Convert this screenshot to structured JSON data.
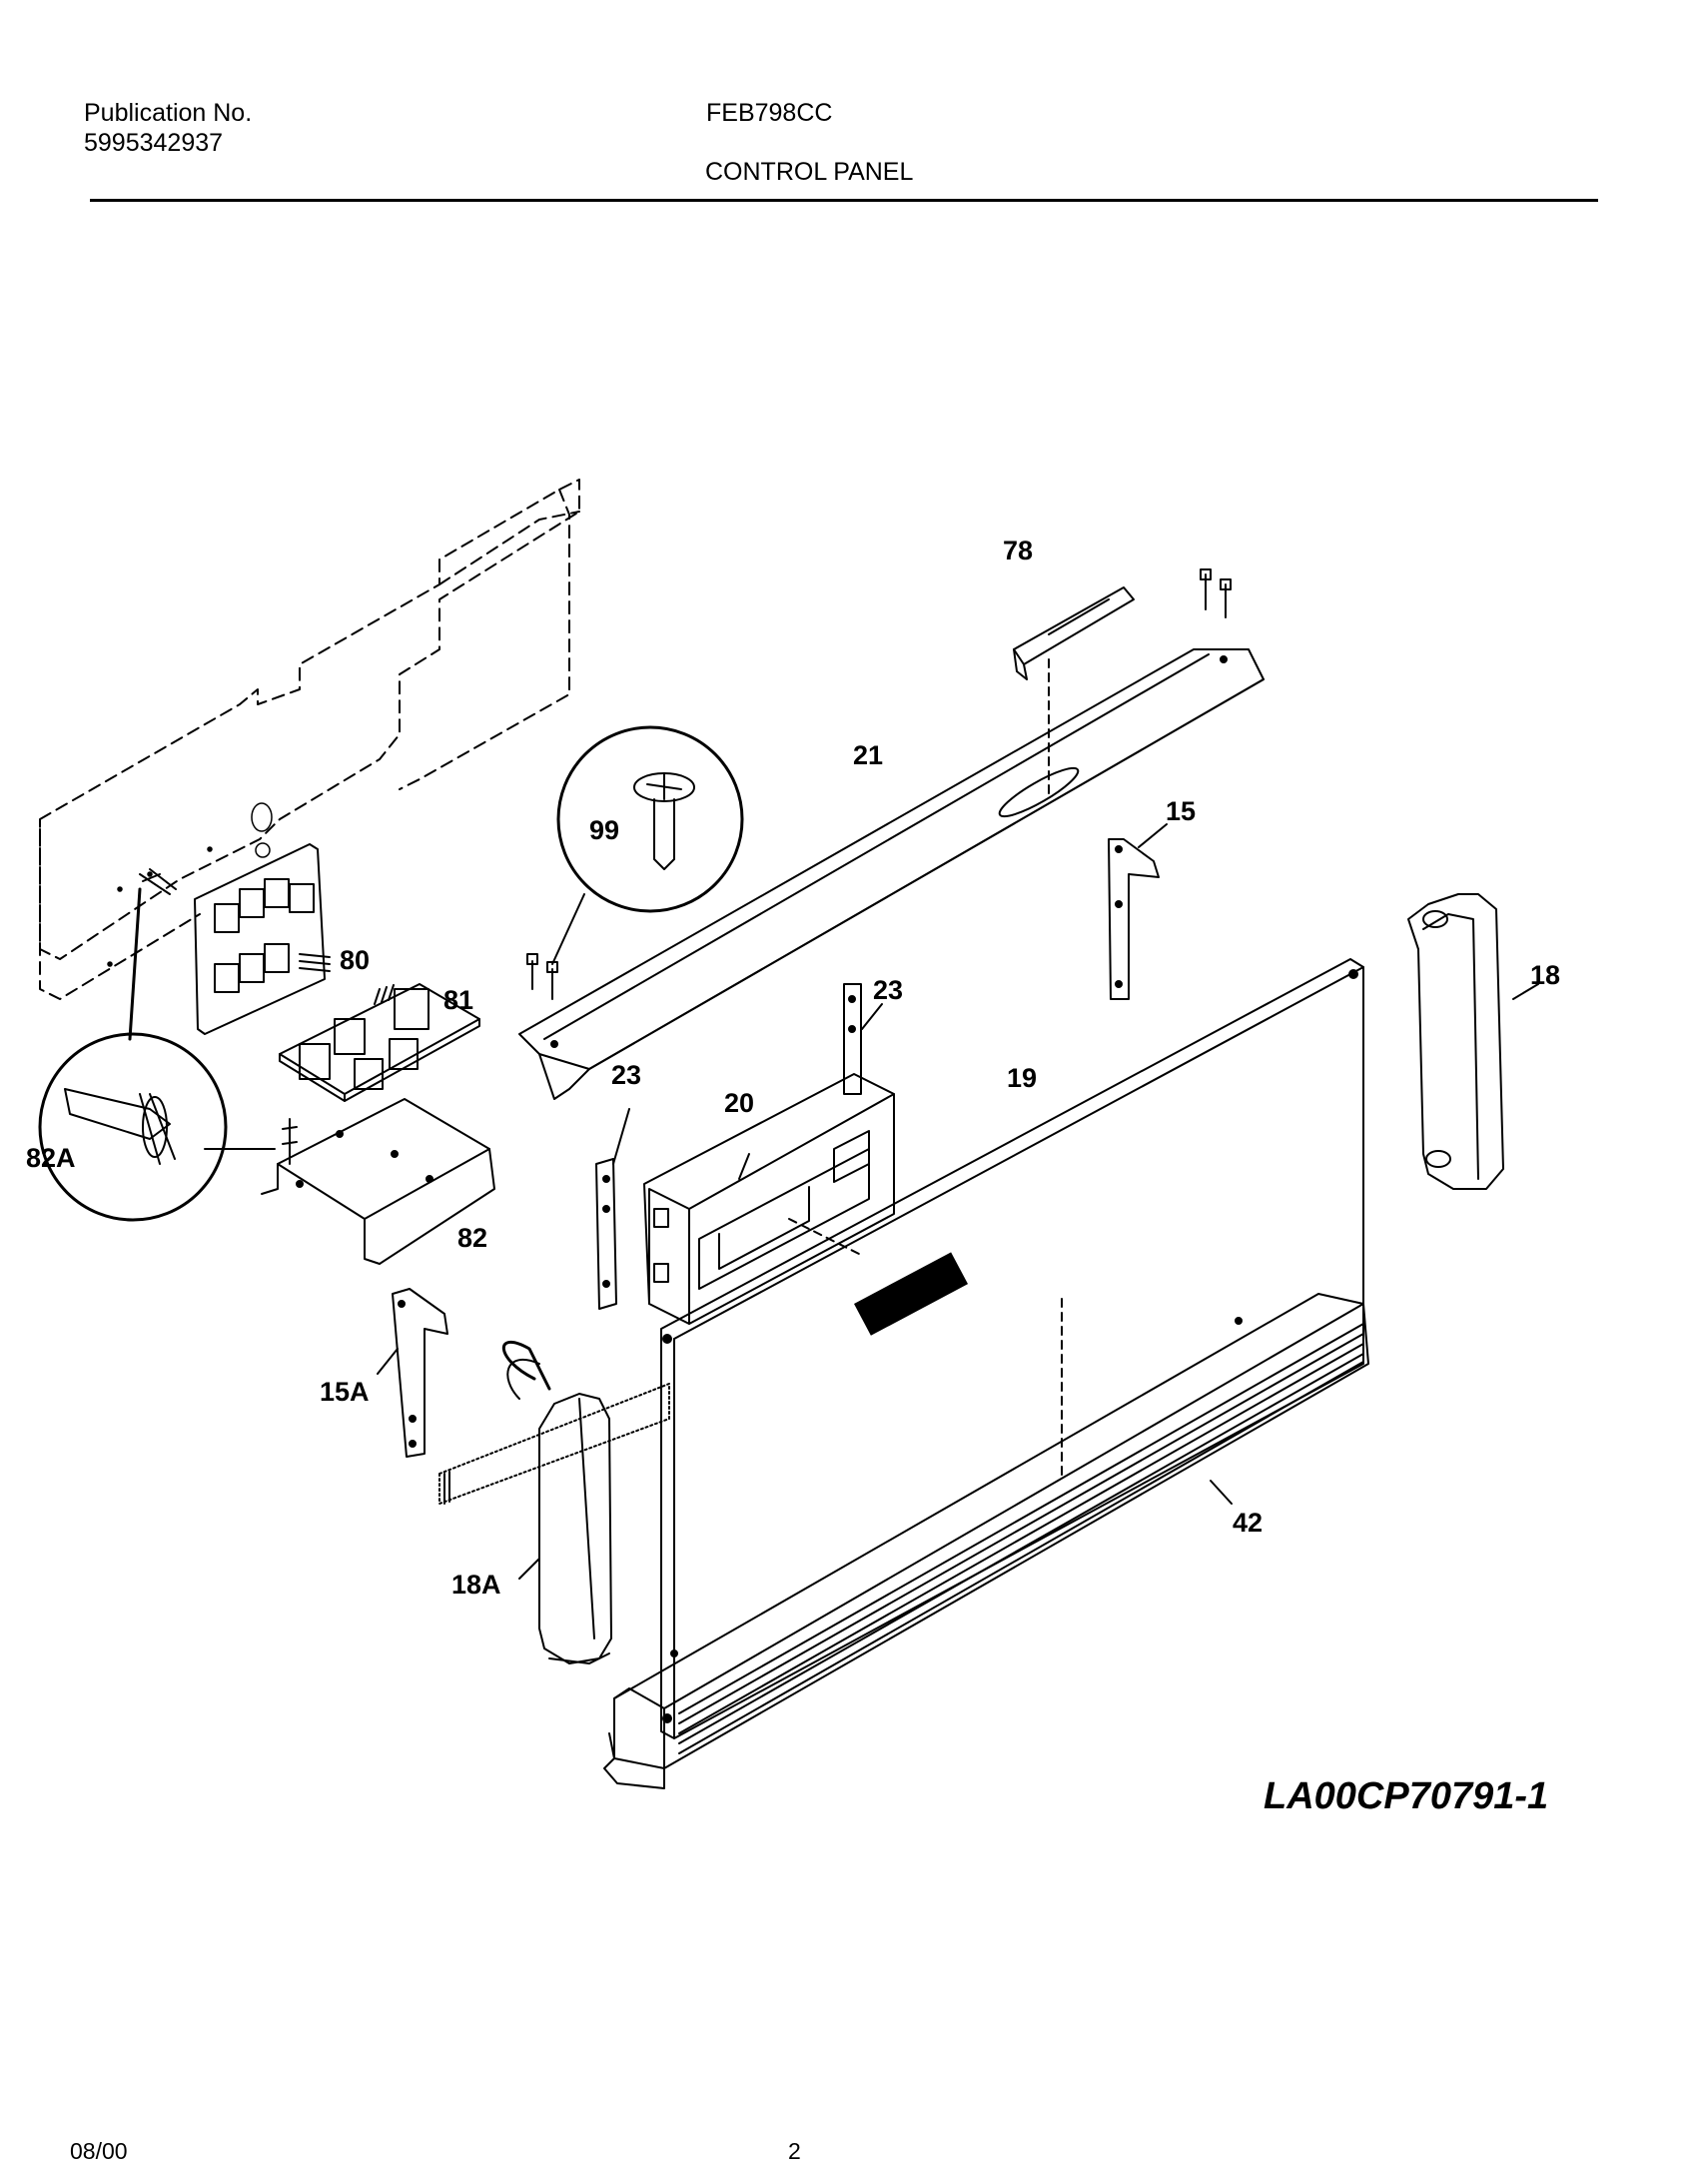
{
  "header": {
    "publication_label": "Publication No.",
    "publication_number": "5995342937",
    "model": "FEB798CC",
    "section": "CONTROL PANEL"
  },
  "diagram": {
    "callouts": {
      "c78": "78",
      "c21": "21",
      "c99": "99",
      "c15": "15",
      "c80": "80",
      "c81": "81",
      "c18": "18",
      "c23a": "23",
      "c23b": "23",
      "c20": "20",
      "c19": "19",
      "c82a": "82A",
      "c82": "82",
      "c15a": "15A",
      "c42": "42",
      "c18a": "18A"
    },
    "drawing_code": "LA00CP70791-1"
  },
  "footer": {
    "date": "08/00",
    "page": "2"
  }
}
